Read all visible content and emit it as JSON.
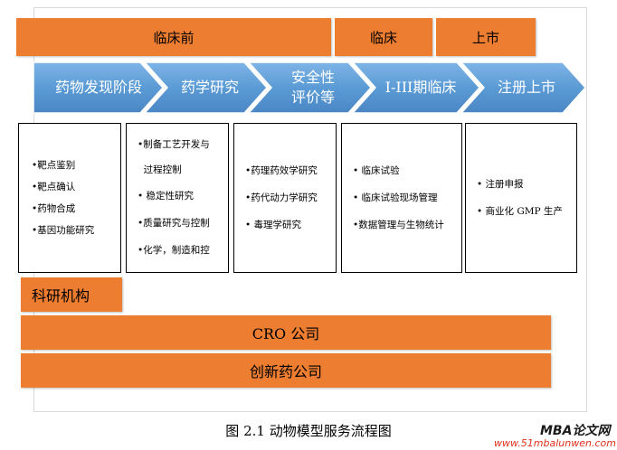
{
  "phases": {
    "preclinical": "临床前",
    "clinical": "临床",
    "market": "上市"
  },
  "stages": [
    {
      "label": "药物发现阶段"
    },
    {
      "label": "药学研究"
    },
    {
      "label": "安全性\n评价等"
    },
    {
      "label": "I-III期临床"
    },
    {
      "label": "注册上市"
    }
  ],
  "boxes": [
    {
      "items": [
        "•靶点鉴别",
        "•靶点确认",
        "•药物合成",
        "•基因功能研究"
      ]
    },
    {
      "items": [
        "•制备工艺开发与",
        "  过程控制",
        "• 稳定性研究",
        "•质量研究与控制",
        "•化学，制造和控"
      ]
    },
    {
      "items": [
        "•药理药效学研究",
        "•药代动力学研究",
        "• 毒理学研究"
      ]
    },
    {
      "items": [
        "• 临床试验",
        "• 临床试验现场管理",
        "•数据管理与生物统计"
      ]
    },
    {
      "items": [
        "• 注册申报",
        "• 商业化 GMP 生产"
      ]
    }
  ],
  "orgs": {
    "research": "科研机构",
    "cro": "CRO 公司",
    "innovative": "创新药公司"
  },
  "caption": "图 2.1  动物模型服务流程图",
  "watermark": {
    "brand": "MBA论文网",
    "url": "www.51mbalunwen.com"
  },
  "colors": {
    "orange": "#ed7d31",
    "blue_chevron": "#5b9bd5",
    "box_border": "#000000"
  }
}
